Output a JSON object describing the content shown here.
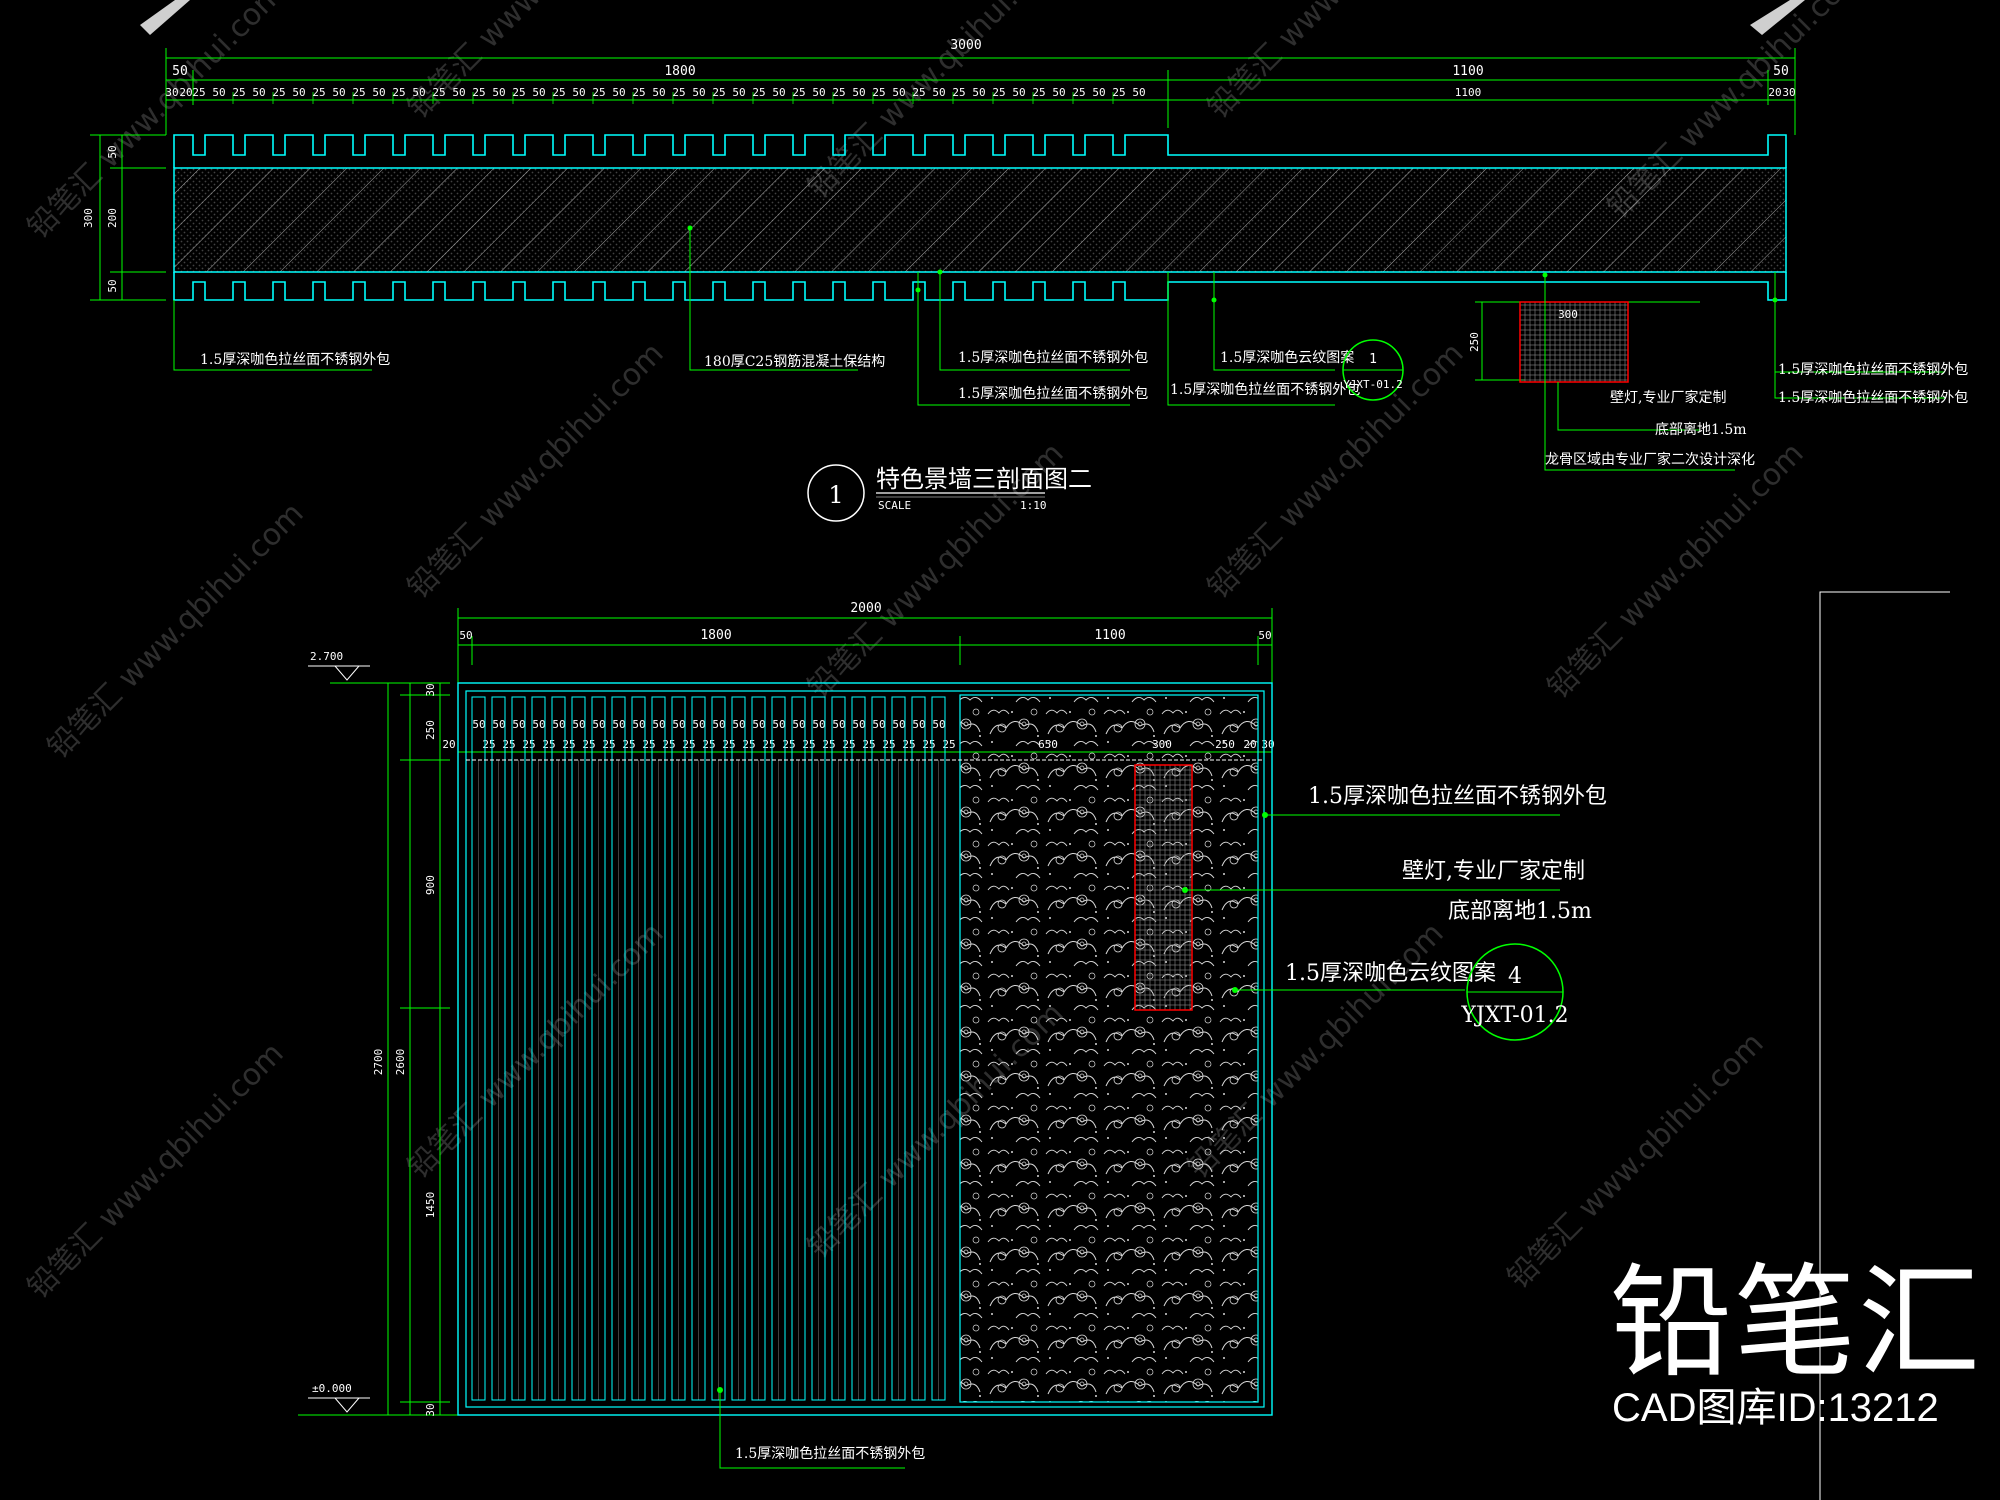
{
  "section": {
    "title": "特色景墙三剖面图二",
    "number": "1",
    "scale_label": "SCALE",
    "scale": "1:10",
    "dims_total": "3000",
    "dims_mid": [
      "50",
      "1800",
      "1100",
      "50"
    ],
    "dims_fins": [
      "30",
      "20",
      "50",
      "25",
      "1100",
      "20",
      "30"
    ],
    "dims_vert": [
      "300",
      "50",
      "200",
      "50"
    ],
    "dims_lamp": [
      "300",
      "250"
    ],
    "notes": {
      "outer_left": "1.5厚深咖色拉丝面不锈钢外包",
      "concrete": "180厚C25钢筋混凝土保结构",
      "fin_face": "1.5厚深咖色拉丝面不锈钢外包",
      "fin_side": "1.5厚深咖色拉丝面不锈钢外包",
      "cloud": "1.5厚深咖色云纹图案",
      "cloud_side": "1.5厚深咖色拉丝面不锈钢外包",
      "right_1": "1.5厚深咖色拉丝面不锈钢外包",
      "right_2": "1.5厚深咖色拉丝面不锈钢外包",
      "lamp_1": "壁灯,专业厂家定制",
      "lamp_2": "底部离地1.5m",
      "lamp_3": "龙骨区域由专业厂家二次设计深化"
    },
    "ref_mark": {
      "number": "1",
      "sheet": "YJXT-01.2"
    }
  },
  "elevation": {
    "dims_total": "2000",
    "dims_mid": [
      "50",
      "1800",
      "1100",
      "50"
    ],
    "dims_fins": [
      "20",
      "50",
      "25",
      "650",
      "300",
      "250",
      "20",
      "30"
    ],
    "dims_left": [
      "2700",
      "2600",
      "30",
      "250",
      "900",
      "1450",
      "30"
    ],
    "level_top": "2.700",
    "level_bottom": "±0.000",
    "notes": {
      "steel": "1.5厚深咖色拉丝面不锈钢外包",
      "lamp_1": "壁灯,专业厂家定制",
      "lamp_2": "底部离地1.5m",
      "cloud": "1.5厚深咖色云纹图案",
      "bottom": "1.5厚深咖色拉丝面不锈钢外包"
    },
    "ref_mark": {
      "number": "4",
      "sheet": "YJXT-01.2"
    }
  },
  "watermark": {
    "text_cn": "铅笔汇",
    "text_url": "www.qbihui.com",
    "logo": "铅笔汇",
    "library_id": "CAD图库ID:13212"
  },
  "colors": {
    "background": "#000000",
    "outline": "#00ffff",
    "dimension": "#00ff00",
    "text": "#ffffff",
    "lamp": "#ff0000",
    "watermark": "#2e2e2e"
  }
}
